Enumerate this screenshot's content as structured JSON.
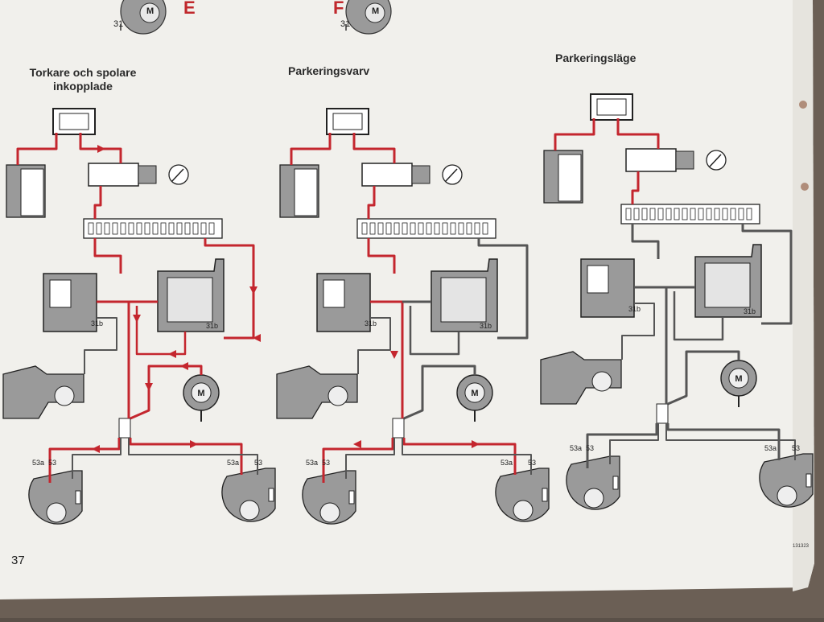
{
  "titles": {
    "panel1_line1": "Torkare och spolare",
    "panel1_line2": "inkopplade",
    "panel2": "Parkeringsvarv",
    "panel3": "Parkeringsläge"
  },
  "top_fragments": {
    "letter_e": "E",
    "letter_f": "F",
    "label_31_left": "31",
    "label_31_right": "31"
  },
  "terminal_labels": {
    "t53a": "53a",
    "t53": "53",
    "t31b": "31b",
    "motor": "M"
  },
  "page_number": "37",
  "figure_code": "131323",
  "colors": {
    "live_wire": "#c4262e",
    "dead_wire": "#555555",
    "component_fill": "#9a9a9a",
    "paper": "#f1f0ec"
  }
}
